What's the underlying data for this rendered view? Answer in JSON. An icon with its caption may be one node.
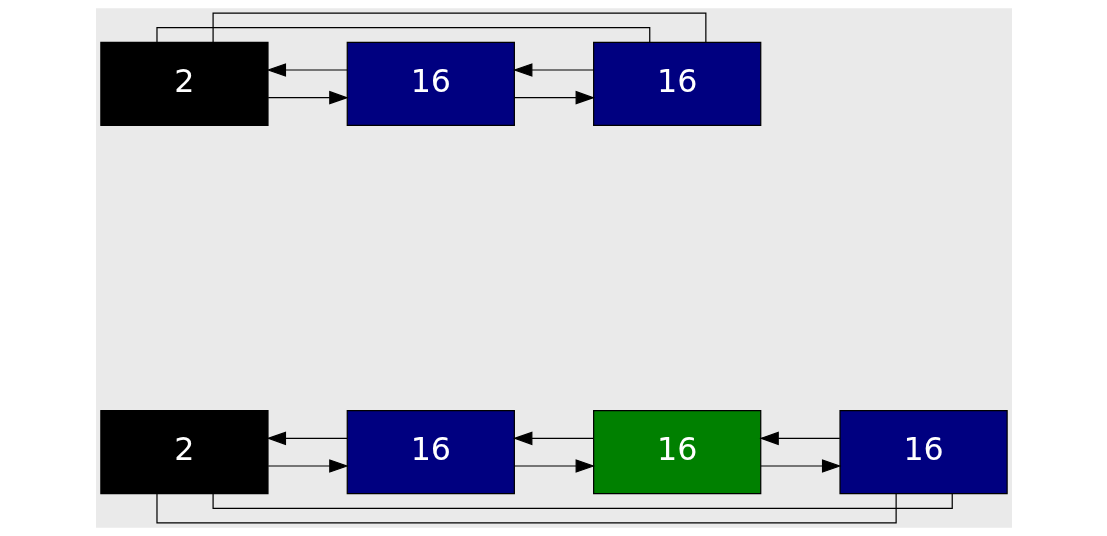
{
  "diagram": {
    "nodes": [
      {
        "text": [
          "2"
        ]
      },
      {
        "text": [
          "16"
        ]
      },
      {
        "text": [
          "16"
        ]
      },
      {
        "text": [
          "16"
        ]
      },
      {
        "text": [
          "2"
        ]
      },
      {
        "text": [
          "16"
        ]
      },
      {
        "text": [
          "16"
        ]
      }
    ],
    "edges": [
      {
        "from": 0,
        "to": 1,
        "arrow": "to"
      },
      {
        "from": 1,
        "to": 0,
        "arrow": "to"
      },
      {
        "from": 1,
        "to": 2,
        "arrow": "to"
      },
      {
        "from": 2,
        "to": 1,
        "arrow": "to"
      },
      {
        "from": 2,
        "to": 3,
        "arrow": "to"
      },
      {
        "from": 3,
        "to": 2,
        "arrow": "to"
      },
      {
        "from": 0,
        "to": 3,
        "arrow": "none"
      },
      {
        "from": 0,
        "to": 3,
        "arrow": "none"
      },
      {
        "from": 4,
        "to": 5,
        "arrow": "to"
      },
      {
        "from": 5,
        "to": 4,
        "arrow": "to"
      },
      {
        "from": 5,
        "to": 6,
        "arrow": "to"
      },
      {
        "from": 6,
        "to": 5,
        "arrow": "to"
      },
      {
        "from": 4,
        "to": 6,
        "arrow": "none"
      },
      {
        "from": 4,
        "to": 6,
        "arrow": "none"
      }
    ]
  }
}
